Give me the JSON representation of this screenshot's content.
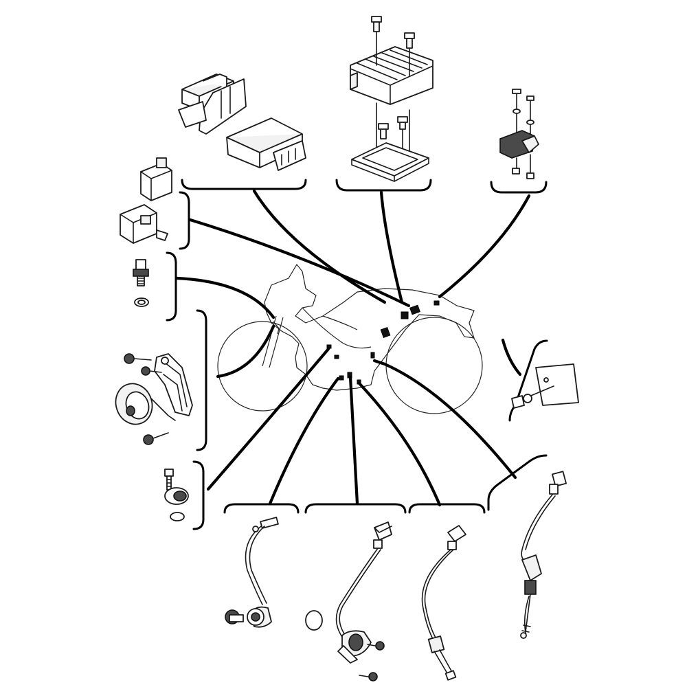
{
  "diagram": {
    "type": "exploded-parts-diagram",
    "colors": {
      "line": "#000000",
      "part_fill": "#f2f2f2",
      "background": "#ffffff"
    },
    "parts": [
      {
        "id": "connector-coupler-set",
        "icon": "connector-icon"
      },
      {
        "id": "rectifier-regulator",
        "icon": "regulator-icon"
      },
      {
        "id": "bank-angle-sensor",
        "icon": "sensor-icon"
      },
      {
        "id": "relay-unit",
        "icon": "relay-icon"
      },
      {
        "id": "thermo-switch",
        "icon": "thermo-switch-icon"
      },
      {
        "id": "horn-assembly",
        "icon": "horn-icon"
      },
      {
        "id": "neutral-switch",
        "icon": "switch-icon"
      },
      {
        "id": "oxygen-sensor",
        "icon": "o2-sensor-icon"
      },
      {
        "id": "speed-sensor",
        "icon": "speed-sensor-icon"
      },
      {
        "id": "temperature-sensor",
        "icon": "temp-sensor-icon"
      },
      {
        "id": "rear-brake-light-switch",
        "icon": "brake-switch-icon"
      },
      {
        "id": "license-plate-light",
        "icon": "plate-light-icon"
      }
    ]
  }
}
